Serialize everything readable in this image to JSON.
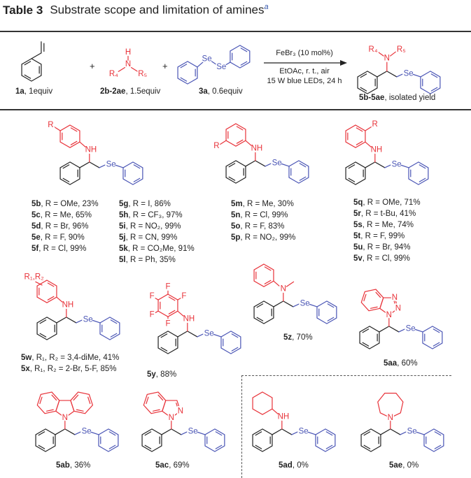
{
  "title": {
    "label": "Table 3",
    "text": "Substrate scope and limitation of amines",
    "footnote": "a"
  },
  "colors": {
    "amine": "#e8333a",
    "selenide": "#4a55b5",
    "core": "#222222"
  },
  "reaction": {
    "reagents": [
      {
        "id": "1a",
        "text": ", 1equiv"
      },
      {
        "id": "2b-2ae",
        "text": ", 1.5equiv"
      },
      {
        "id": "3a",
        "text": ", 0.6equiv"
      }
    ],
    "plus": "+",
    "conditions": {
      "catalyst": "FeBr₃ (10 mol%)",
      "line2": "EtOAc, r. t., air",
      "line3": "15 W blue LEDs, 24 h"
    },
    "product": {
      "id": "5b-5ae",
      "text": ", isolated yield"
    }
  },
  "atoms": {
    "NH": "NH",
    "N": "N",
    "H": "H",
    "Se": "Se",
    "R": "R",
    "F": "F",
    "R4": "R₄",
    "R5": "R₅",
    "R12": "R₁,R₂"
  },
  "compounds": {
    "col_5b": [
      {
        "id": "5b",
        "text": ", R = OMe, 23%"
      },
      {
        "id": "5c",
        "text": ", R = Me, 65%"
      },
      {
        "id": "5d",
        "text": ", R = Br, 96%"
      },
      {
        "id": "5e",
        "text": ", R = F, 90%"
      },
      {
        "id": "5f",
        "text": ", R = Cl, 99%"
      }
    ],
    "col_5g": [
      {
        "id": "5g",
        "text": ", R = I, 86%"
      },
      {
        "id": "5h",
        "text": ", R = CF₃, 97%"
      },
      {
        "id": "5i",
        "text": ", R = NO₂, 99%"
      },
      {
        "id": "5j",
        "text": ", R = CN, 99%"
      },
      {
        "id": "5k",
        "text": ", R = CO₂Me, 91%"
      },
      {
        "id": "5l",
        "text": ", R = Ph, 35%"
      }
    ],
    "col_5m": [
      {
        "id": "5m",
        "text": ", R = Me, 30%"
      },
      {
        "id": "5n",
        "text": ", R = Cl, 99%"
      },
      {
        "id": "5o",
        "text": ", R = F, 83%"
      },
      {
        "id": "5p",
        "text": ", R = NO₂, 99%"
      }
    ],
    "col_5q": [
      {
        "id": "5q",
        "text": ", R = OMe, 71%"
      },
      {
        "id": "5r",
        "text": ", R = t-Bu, 41%"
      },
      {
        "id": "5s",
        "text": ", R = Me, 74%"
      },
      {
        "id": "5t",
        "text": ", R = F, 99%"
      },
      {
        "id": "5u",
        "text": ", R = Br, 94%"
      },
      {
        "id": "5v",
        "text": ", R = Cl, 99%"
      }
    ],
    "col_5w": [
      {
        "id": "5w",
        "text": ", R₁, R₂ = 3,4-diMe, 41%"
      },
      {
        "id": "5x",
        "text": ", R₁, R₂ = 2-Br, 5-F, 85%"
      }
    ],
    "singles": [
      {
        "id": "5y",
        "text": ", 88%"
      },
      {
        "id": "5z",
        "text": ", 70%"
      },
      {
        "id": "5aa",
        "text": ", 60%"
      },
      {
        "id": "5ab",
        "text": ", 36%"
      },
      {
        "id": "5ac",
        "text": ", 69%"
      },
      {
        "id": "5ad",
        "text": ", 0%"
      },
      {
        "id": "5ae",
        "text": ", 0%"
      }
    ]
  }
}
